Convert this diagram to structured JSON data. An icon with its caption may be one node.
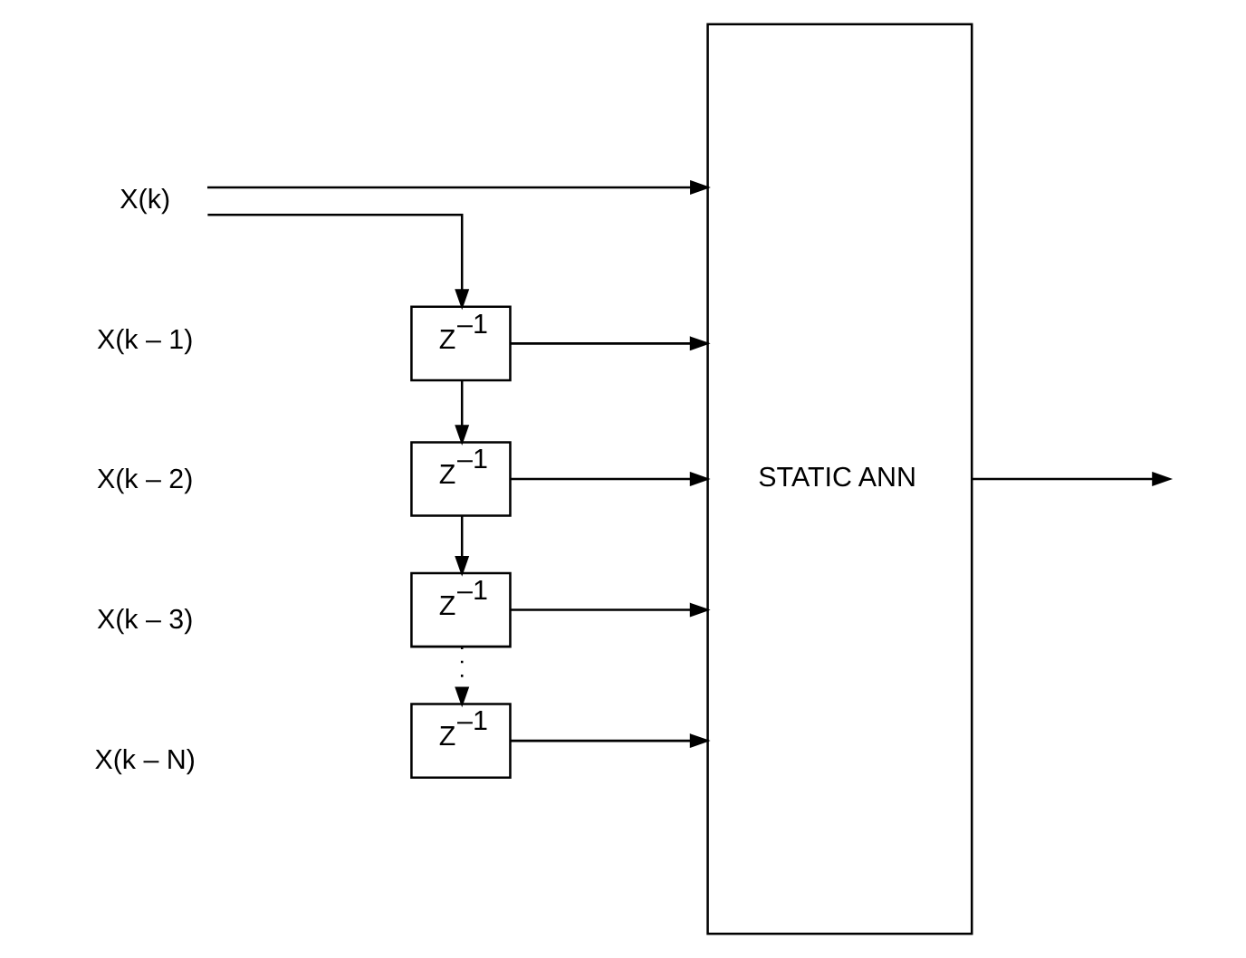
{
  "diagram": {
    "nodes": [
      {
        "text": [
          "X(k)"
        ]
      },
      {
        "text": [
          "Z$^{–1}$"
        ]
      },
      {
        "text": [
          "Z$^{–1}$"
        ]
      },
      {
        "text": [
          "Z$^{–1}$"
        ]
      },
      {
        "text": [
          "Z$^{–1}$"
        ]
      },
      {
        "text": [
          "STATIC ANN"
        ]
      }
    ],
    "edges": [
      {
        "from": 0,
        "to": 5,
        "arrow": "to"
      },
      {
        "from": 0,
        "to": 1,
        "arrow": "to"
      },
      {
        "from": 1,
        "to": 5,
        "arrow": "to"
      },
      {
        "from": 1,
        "to": 2,
        "arrow": "to"
      },
      {
        "from": 2,
        "to": 5,
        "arrow": "to"
      },
      {
        "from": 2,
        "to": 3,
        "arrow": "to"
      },
      {
        "from": 3,
        "to": 5,
        "arrow": "to"
      },
      {
        "from": 3,
        "to": 4,
        "arrow": "to",
        "style": "dashed"
      },
      {
        "from": 4,
        "to": 5,
        "arrow": "to"
      },
      {
        "from": 5,
        "to": null,
        "arrow": "to"
      }
    ],
    "labels": [
      "X(k – 1)",
      "X(k – 2)",
      "X(k – 3)",
      "X(k – N)"
    ]
  }
}
